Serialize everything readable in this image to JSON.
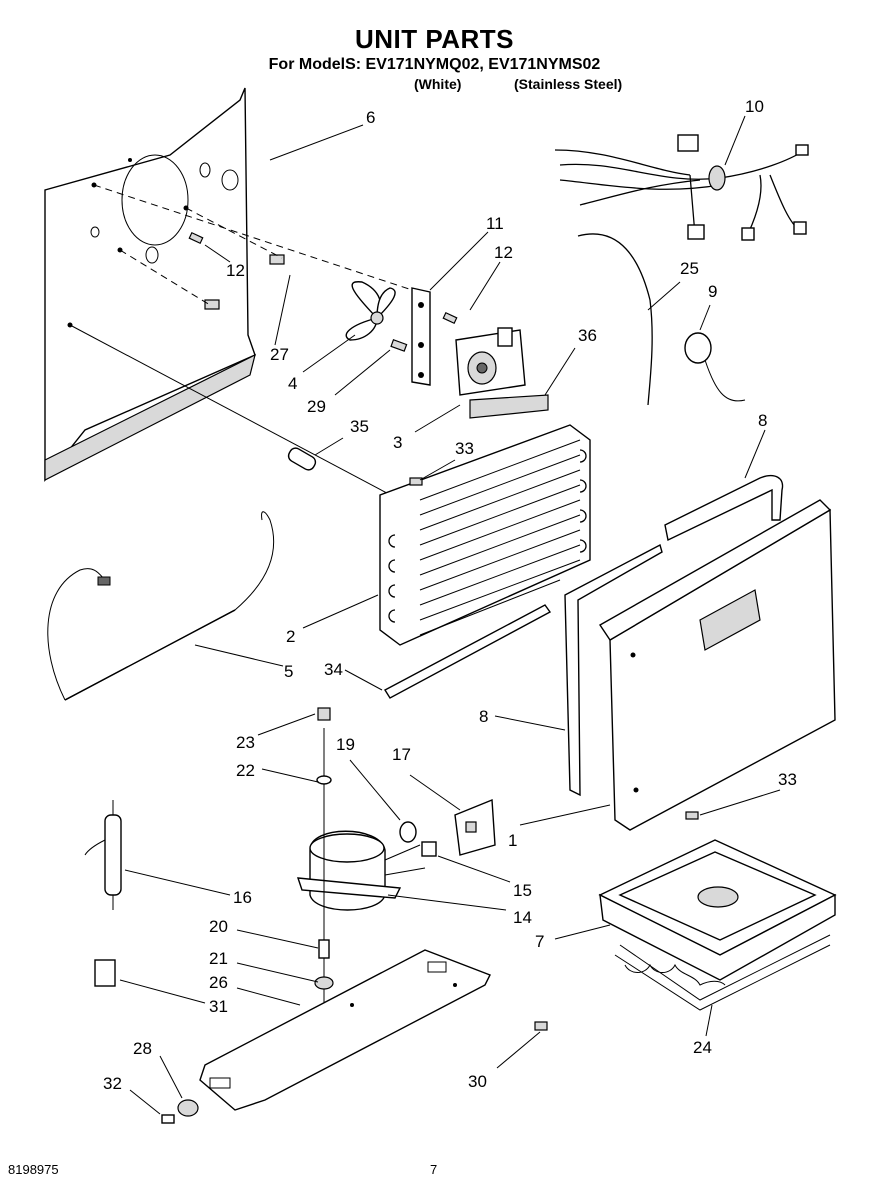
{
  "header": {
    "title": "UNIT PARTS",
    "models_line": "For ModelS: EV171NYMQ02, EV171NYMS02",
    "variant_white": "(White)",
    "variant_steel": "(Stainless Steel)"
  },
  "footer": {
    "doc_number": "8198975",
    "page_number": "7"
  },
  "callouts": {
    "c1": "1",
    "c2": "2",
    "c3": "3",
    "c4": "4",
    "c5": "5",
    "c6": "6",
    "c7": "7",
    "c8a": "8",
    "c8b": "8",
    "c9": "9",
    "c10": "10",
    "c11": "11",
    "c12a": "12",
    "c12b": "12",
    "c14": "14",
    "c15": "15",
    "c16": "16",
    "c17": "17",
    "c19": "19",
    "c20": "20",
    "c21": "21",
    "c22": "22",
    "c23": "23",
    "c24": "24",
    "c25": "25",
    "c26": "26",
    "c27": "27",
    "c28": "28",
    "c29": "29",
    "c30": "30",
    "c31": "31",
    "c32": "32",
    "c33a": "33",
    "c33b": "33",
    "c34": "34",
    "c35": "35",
    "c36": "36"
  }
}
